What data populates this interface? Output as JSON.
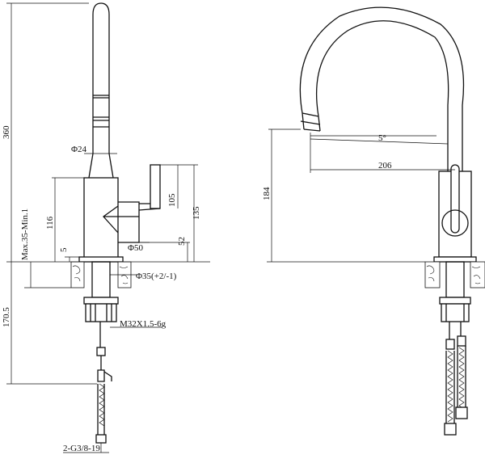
{
  "dimensions": {
    "total_height": "360",
    "spout_diameter": "Φ24",
    "body_height": "116",
    "handle_height": "105",
    "handle_total": "135",
    "handle_offset": "52",
    "lever_diameter": "Φ50",
    "counter_thickness": "Max.35-Min.1",
    "base_height": "5",
    "hole_diameter": "Φ35(+2/-1)",
    "under_length": "170.5",
    "thread": "M32X1.5-6g",
    "hose_thread": "2-G3/8-19",
    "side_height": "184",
    "angle": "5°",
    "reach": "206"
  }
}
